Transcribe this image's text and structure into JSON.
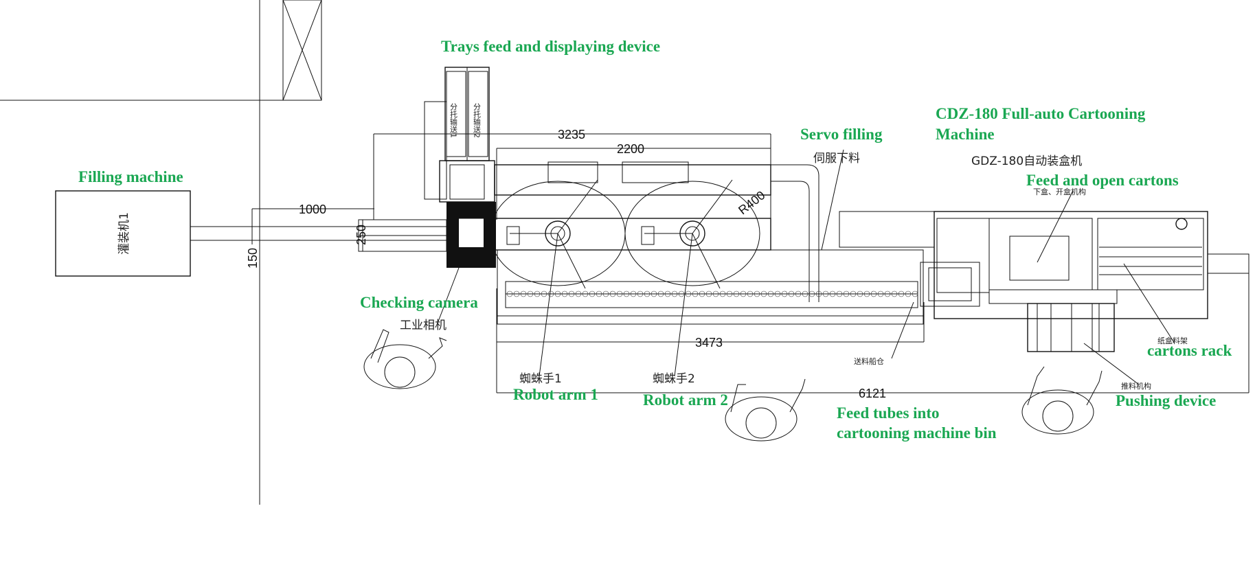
{
  "labels": {
    "trays_feed": "Trays feed and displaying device",
    "filling_machine": "Filling machine",
    "servo_filling": "Servo filling",
    "cdz_line1": "CDZ-180 Full-auto Cartooning",
    "cdz_line2": "Machine",
    "feed_open": "Feed and open cartons",
    "checking_camera": "Checking camera",
    "robot_arm_1": "Robot arm 1",
    "robot_arm_2": "Robot arm 2",
    "feed_tubes_line1": "Feed tubes into",
    "feed_tubes_line2": "cartooning machine bin",
    "cartons_rack": "cartons rack",
    "pushing_device": "Pushing device"
  },
  "cn_labels": {
    "filling_machine_box": "灌装机1",
    "servo": "伺服下料",
    "gdz": "GDZ-180自动装盒机",
    "feed_open_cn": "下盒、开盒机构",
    "camera": "工业相机",
    "spider1": "蜘蛛手1",
    "spider2": "蜘蛛手2",
    "feed_bin": "送料船仓",
    "cartons_rack_cn": "纸盒料架",
    "push_cn": "推料机构",
    "tray1": "分托输送1",
    "tray2": "分托输送2"
  },
  "dimensions": {
    "d3235": "3235",
    "d2200": "2200",
    "d1000": "1000",
    "d250": "250",
    "d150": "150",
    "r400": "R400",
    "d3473": "3473",
    "d6121": "6121"
  },
  "colors": {
    "label_green": "#1aa752",
    "line": "#111111"
  }
}
